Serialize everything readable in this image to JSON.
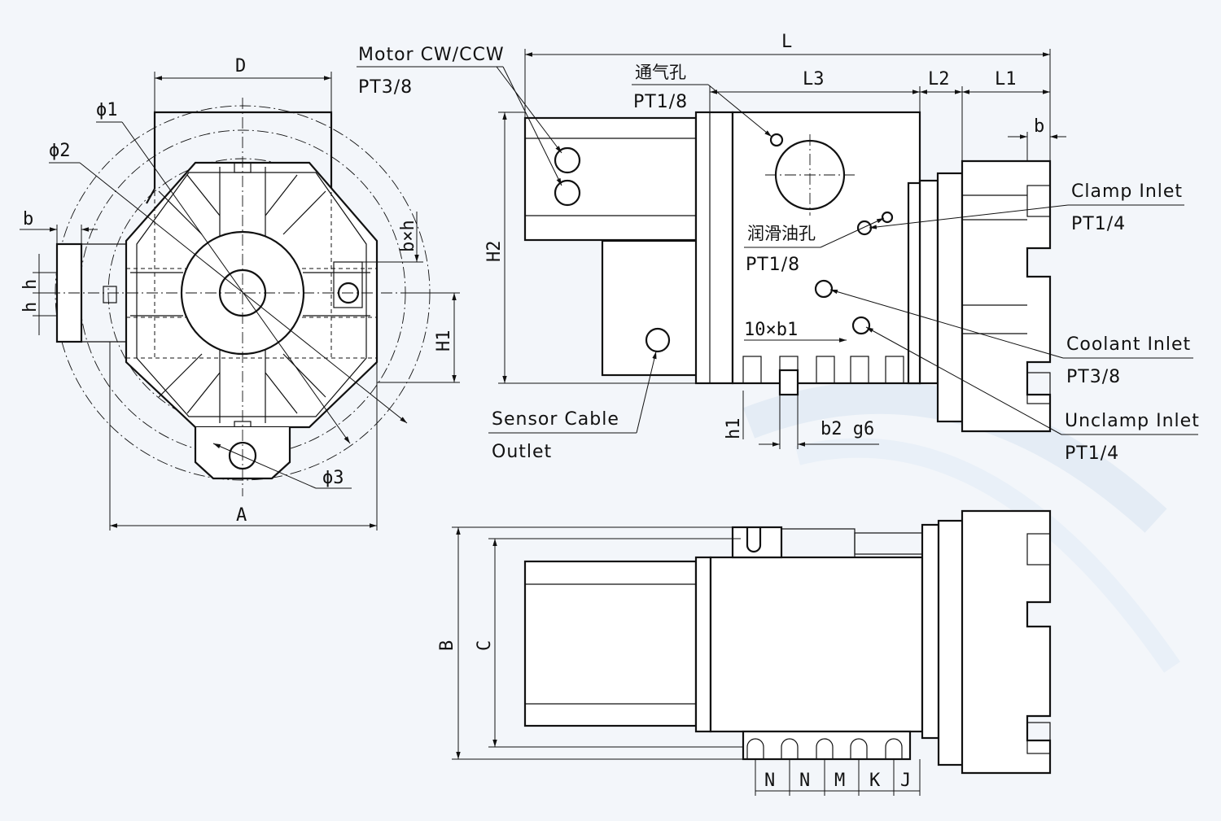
{
  "colors": {
    "line": "#111111",
    "background": "#f3f6fa",
    "watermark": "#dbe6f2"
  },
  "front_view": {
    "D": "D",
    "A": "A",
    "b": "b",
    "h1": "h",
    "h2": "h",
    "phi1": "ϕ1",
    "phi2": "ϕ2",
    "phi3": "ϕ3",
    "bxh": "b×h",
    "H1": "H1"
  },
  "side_view": {
    "L": "L",
    "L1": "L1",
    "L2": "L2",
    "L3": "L3",
    "b": "b",
    "H2": "H2",
    "h1": "h1",
    "bolts": "10×b1",
    "b2": "b2 g6"
  },
  "top_view": {
    "B": "B",
    "C": "C",
    "pitches": [
      "N",
      "N",
      "M",
      "K",
      "J"
    ]
  },
  "callouts": {
    "motor": {
      "title": "Motor CW/CCW",
      "spec": "PT3/8"
    },
    "vent": {
      "title": "通气孔",
      "spec": "PT1/8"
    },
    "lube": {
      "title": "润滑油孔",
      "spec": "PT1/8"
    },
    "clamp": {
      "title": "Clamp Inlet",
      "spec": "PT1/4"
    },
    "coolant": {
      "title": "Coolant Inlet",
      "spec": "PT3/8"
    },
    "unclamp": {
      "title": "Unclamp Inlet",
      "spec": "PT1/4"
    },
    "sensor": {
      "title": "Sensor Cable",
      "spec": "Outlet"
    }
  }
}
